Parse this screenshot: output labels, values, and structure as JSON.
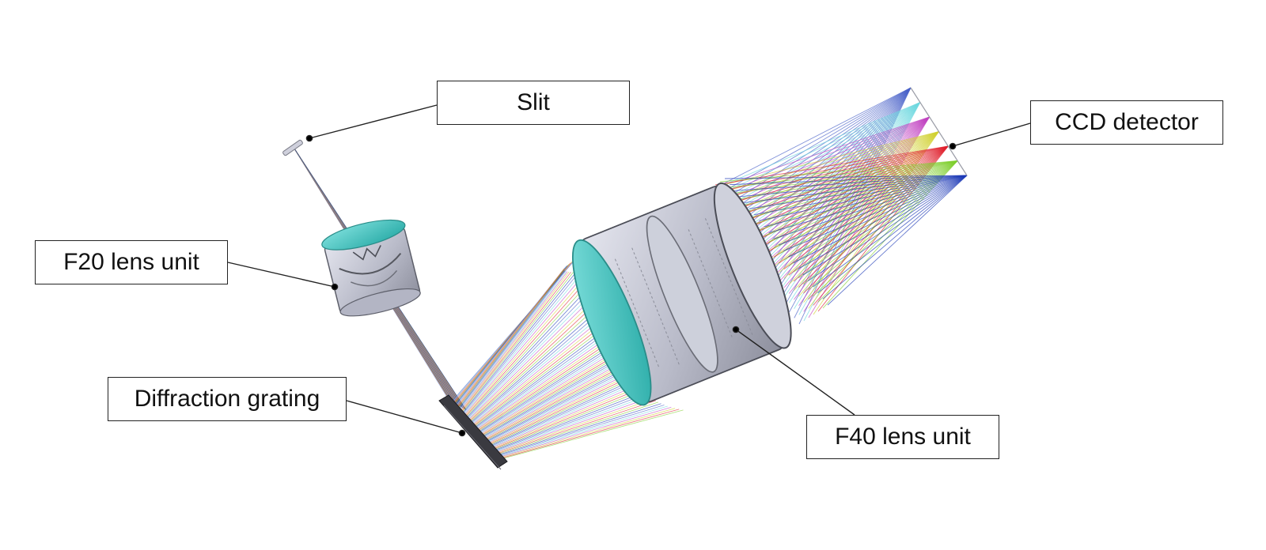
{
  "labels": {
    "slit": "Slit",
    "ccd_detector": "CCD detector",
    "f20_lens_unit": "F20 lens unit",
    "diffraction_grating": "Diffraction grating",
    "f40_lens_unit": "F40 lens unit"
  },
  "colors": {
    "ray_colors": [
      "#4a62c9",
      "#6fd8e0",
      "#c244c2",
      "#d2d233",
      "#e0212e",
      "#7fce2e",
      "#1e3ab7"
    ],
    "lens_teal": "#3fc9c4",
    "lens_body": "#c7c9d6",
    "lens_dark": "#4b4d57",
    "grating": "#3a3a40",
    "leader_line": "#222222"
  },
  "icons": {
    "slit": "slit-icon",
    "grating": "diffraction-grating-icon",
    "f20": "f20-lens-icon",
    "f40": "f40-lens-icon",
    "ccd": "ccd-detector-icon"
  }
}
